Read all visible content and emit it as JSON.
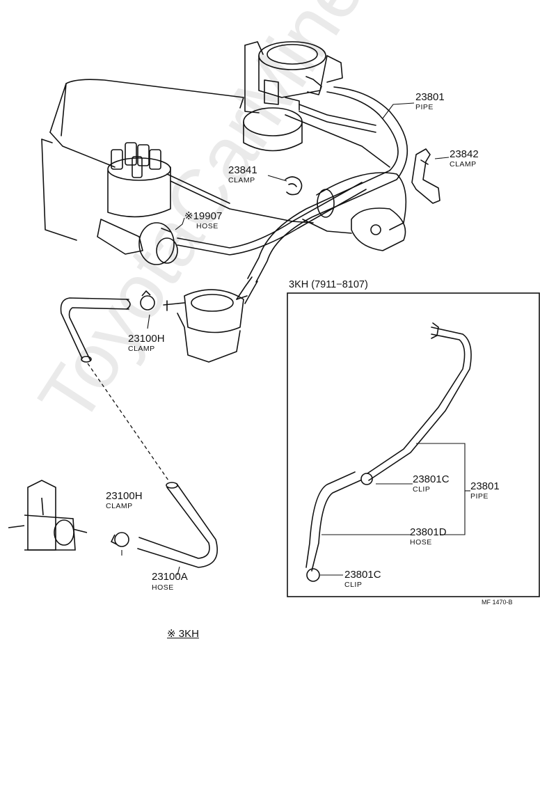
{
  "watermark": "ToyotaCarMine.ru",
  "main_labels": {
    "pipe_23801": {
      "num": "23801",
      "name": "PIPE"
    },
    "clamp_23842": {
      "num": "23842",
      "name": "CLAMP"
    },
    "clamp_23841": {
      "num": "23841",
      "name": "CLAMP"
    },
    "hose_19907": {
      "num": "※19907",
      "name": "HOSE"
    },
    "clamp_23100h_top": {
      "num": "23100H",
      "name": "CLAMP"
    },
    "clamp_23100h_bottom": {
      "num": "23100H",
      "name": "CLAMP"
    },
    "hose_23100a": {
      "num": "23100A",
      "name": "HOSE"
    }
  },
  "inset": {
    "title": "3KH (7911−8107)",
    "clip_upper": {
      "num": "23801C",
      "name": "CLIP"
    },
    "pipe": {
      "num": "23801",
      "name": "PIPE"
    },
    "hose": {
      "num": "23801D",
      "name": "HOSE"
    },
    "clip_lower": {
      "num": "23801C",
      "name": "CLIP"
    }
  },
  "figure_code": "MF 1470-B",
  "footnote": "※ 3KH"
}
